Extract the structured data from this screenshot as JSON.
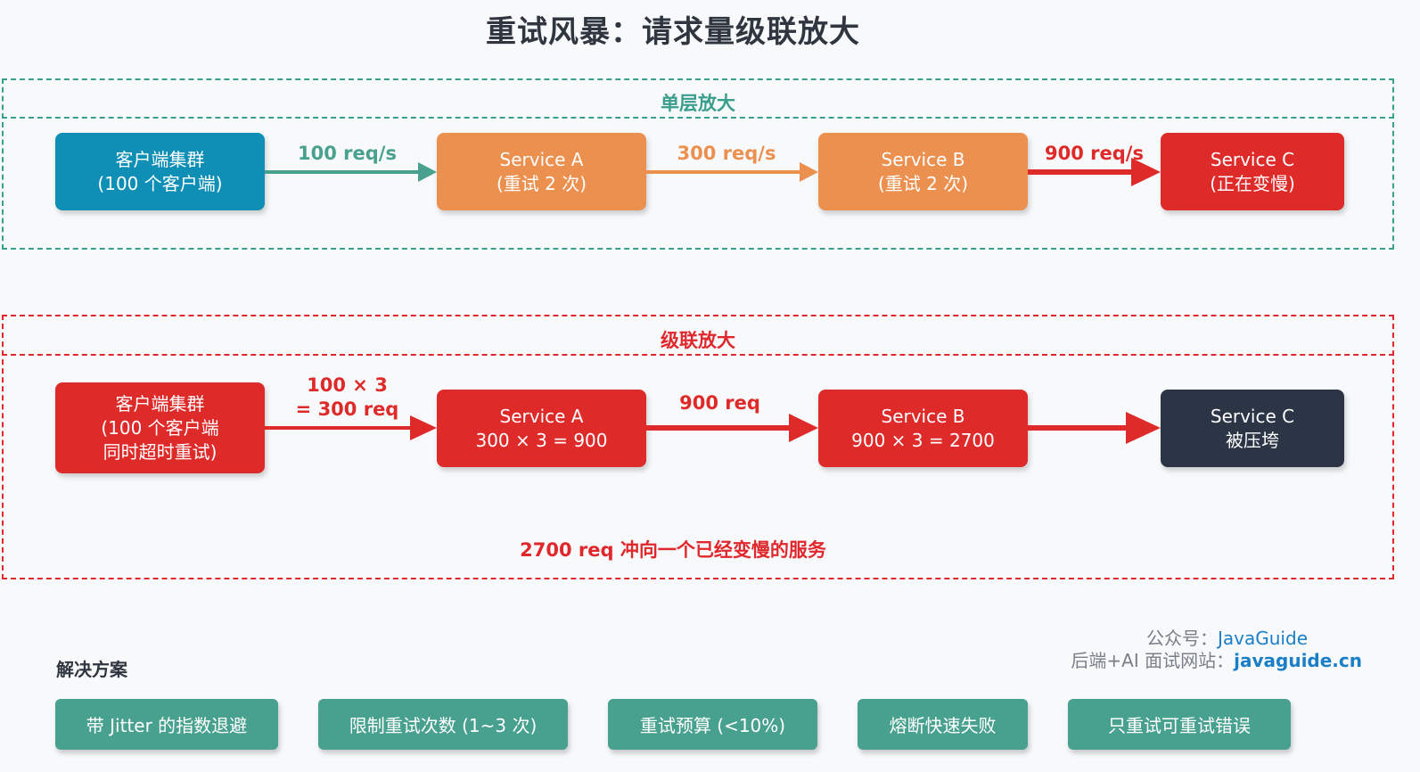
{
  "title": "重试风暴：请求量级联放大",
  "panel_single": {
    "label": "单层放大",
    "client": [
      "客户端集群",
      "(100 个客户端)"
    ],
    "service_a": [
      "Service A",
      "(重试 2 次)"
    ],
    "service_b": [
      "Service B",
      "(重试 2 次)"
    ],
    "service_c": [
      "Service C",
      "(正在变慢)"
    ],
    "arrow_1": "100 req/s",
    "arrow_2": "300 req/s",
    "arrow_3": "900 req/s"
  },
  "panel_cascade": {
    "label": "级联放大",
    "client": [
      "客户端集群",
      "(100 个客户端",
      "同时超时重试)"
    ],
    "service_a": [
      "Service A",
      "300 × 3 = 900"
    ],
    "service_b": [
      "Service B",
      "900 × 3 = 2700"
    ],
    "service_c": [
      "Service C",
      "被压垮"
    ],
    "arrow_1": [
      "100 × 3",
      "= 300 req"
    ],
    "arrow_2": "900 req",
    "summary": "2700 req 冲向一个已经变慢的服务"
  },
  "solutions": {
    "title": "解决方案",
    "items": [
      "带 Jitter 的指数退避",
      "限制重试次数 (1~3 次)",
      "重试预算 (<10%)",
      "熔断快速失败",
      "只重试可重试错误"
    ]
  },
  "credit": {
    "line1_prefix": "公众号：",
    "line1_value": "JavaGuide",
    "line2_prefix": "后端+AI 面试网站：",
    "line2_value": "javaguide.cn"
  },
  "colors": {
    "teal_panel": "#3a9e8c",
    "red_panel": "#e0282c",
    "client_blue": "#0f8fb6",
    "service_orange": "#eb904f",
    "service_red": "#df2a2a",
    "service_dark": "#2c3545",
    "solution_green": "#48a08e"
  }
}
